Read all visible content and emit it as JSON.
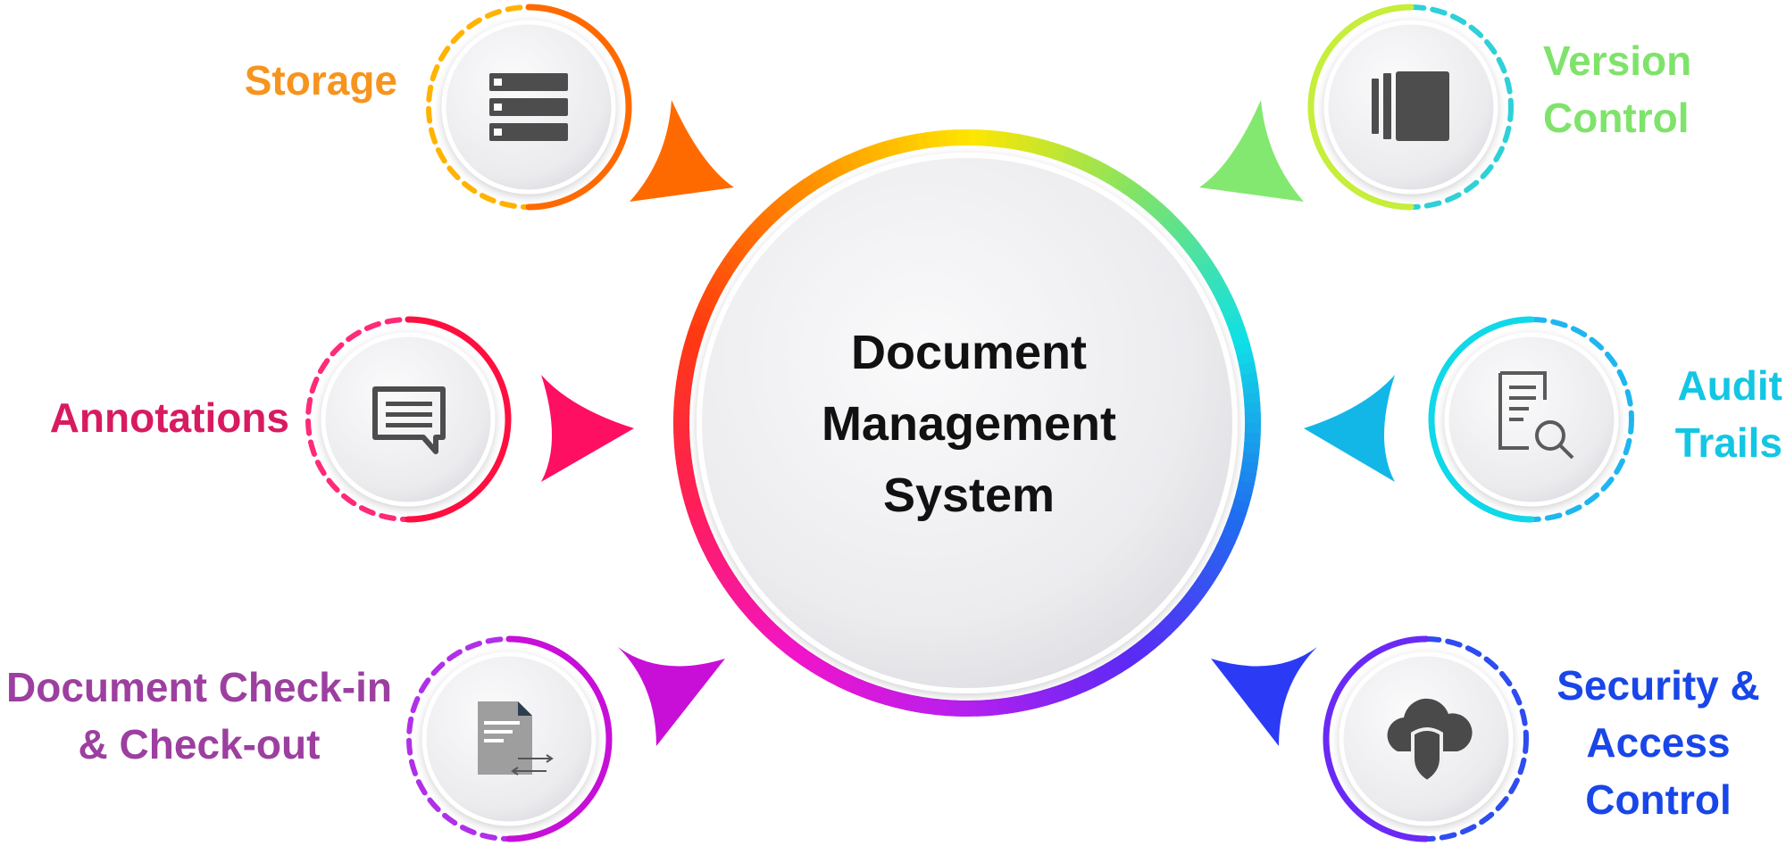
{
  "center": {
    "title_lines": [
      "Document",
      "Management",
      "System"
    ]
  },
  "features": [
    {
      "id": "storage",
      "lines": [
        "Storage"
      ],
      "color": "#f7941d",
      "icon": "server-icon"
    },
    {
      "id": "version-control",
      "lines": [
        "Version",
        "Control"
      ],
      "color": "#7fe36b",
      "icon": "versions-icon"
    },
    {
      "id": "annotations",
      "lines": [
        "Annotations"
      ],
      "color": "#d81b60",
      "icon": "comment-icon"
    },
    {
      "id": "audit-trails",
      "lines": [
        "Audit",
        "Trails"
      ],
      "color": "#13c6e3",
      "icon": "document-search-icon"
    },
    {
      "id": "checkin-checkout",
      "lines": [
        "Document Check-in",
        "& Check-out"
      ],
      "color": "#9c3fa0",
      "icon": "document-transfer-icon"
    },
    {
      "id": "security",
      "lines": [
        "Security &",
        "Access",
        "Control"
      ],
      "color": "#1846e8",
      "icon": "cloud-shield-icon"
    }
  ],
  "colors": {
    "ring_gradient": [
      "#ffe600",
      "#7ee36a",
      "#10e0e6",
      "#1f6df0",
      "#5b2af5",
      "#b71fef",
      "#f214c9",
      "#ff1e5a",
      "#ff3a10",
      "#ff8c00"
    ],
    "arrow_storage": "#ff6a00",
    "arrow_version": "#83e870",
    "arrow_annotations": "#ff0f62",
    "arrow_audit": "#12b7e8",
    "arrow_checkin": "#c80fd8",
    "arrow_security": "#2b3bf5",
    "icon_fill": "#4d4d4d",
    "disc_fill": "#efeff1"
  }
}
